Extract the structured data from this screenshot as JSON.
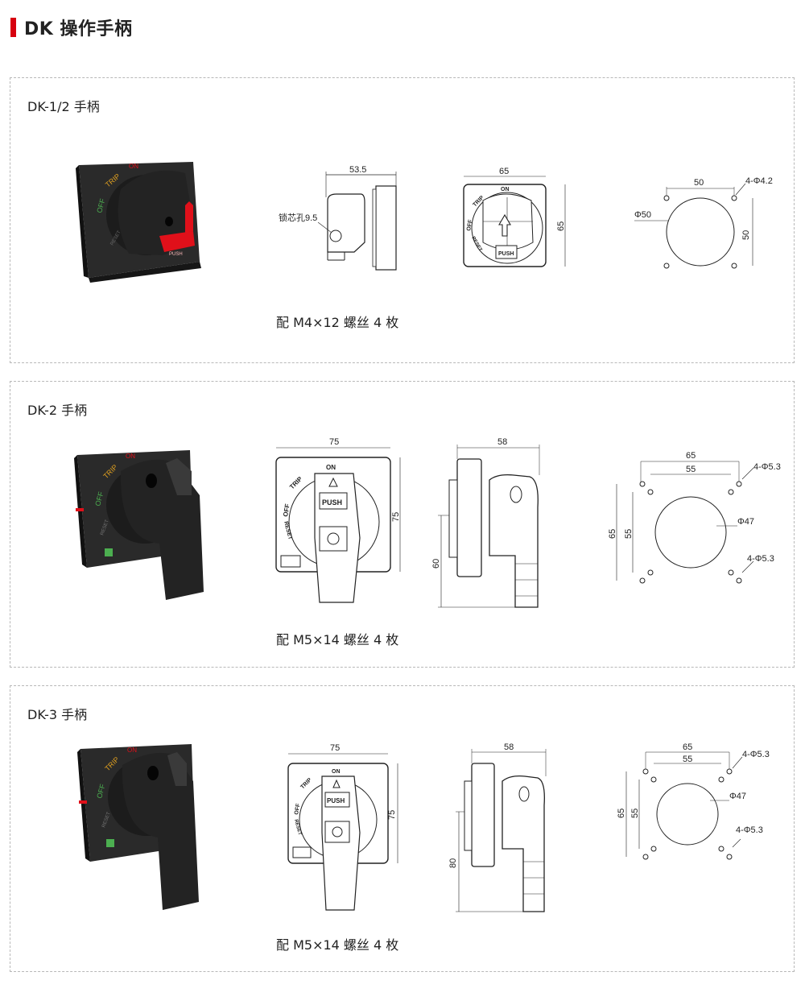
{
  "page": {
    "title": "DK 操作手柄"
  },
  "colors": {
    "accent": "#d7000f",
    "handle_body": "#1e1e1e",
    "handle_red": "#e0101a",
    "line": "#222222"
  },
  "panels": [
    {
      "label": "DK-1/2 手柄",
      "note": "配 M4×12 螺丝 4 枚",
      "photo": {
        "on": "ON",
        "trip": "TRIP",
        "off": "OFF",
        "reset": "RESET",
        "push": "PUSH"
      },
      "side_view": {
        "width_dim": "53.5",
        "lock_hole": "锁芯孔9.5"
      },
      "front_view": {
        "width_dim": "65",
        "height_dim": "65",
        "on": "ON",
        "trip": "TRIP",
        "off": "OFF",
        "reset": "RESET",
        "push": "PUSH"
      },
      "cutout": {
        "hole_spacing_h": "50",
        "hole_spacing_v": "50",
        "holes": "4-Φ4.2",
        "diameter": "Φ50"
      }
    },
    {
      "label": "DK-2 手柄",
      "note": "配 M5×14 螺丝 4 枚",
      "photo": {
        "on": "ON",
        "trip": "TRIP",
        "off": "OFF",
        "reset": "RESET"
      },
      "front_view": {
        "width_dim": "75",
        "height_dim": "75",
        "on": "ON",
        "trip": "TRIP",
        "off": "OFF",
        "reset": "RESET",
        "push": "PUSH"
      },
      "side_view": {
        "width_dim": "58",
        "depth_dim": "60"
      },
      "cutout": {
        "outer_h": "65",
        "inner_h": "55",
        "outer_v": "65",
        "inner_v": "55",
        "holes_top": "4-Φ5.3",
        "holes_bottom": "4-Φ5.3",
        "diameter": "Φ47"
      }
    },
    {
      "label": "DK-3 手柄",
      "note": "配 M5×14 螺丝 4 枚",
      "photo": {
        "on": "ON",
        "trip": "TRIP",
        "off": "OFF",
        "reset": "RESET"
      },
      "front_view": {
        "width_dim": "75",
        "height_dim": "75",
        "on": "ON",
        "trip": "TRIP",
        "off": "OFF",
        "reset": "RESET",
        "push": "PUSH"
      },
      "side_view": {
        "width_dim": "58",
        "depth_dim": "80"
      },
      "cutout": {
        "outer_h": "65",
        "inner_h": "55",
        "outer_v": "65",
        "inner_v": "55",
        "holes_top": "4-Φ5.3",
        "holes_bottom": "4-Φ5.3",
        "diameter": "Φ47"
      }
    }
  ]
}
